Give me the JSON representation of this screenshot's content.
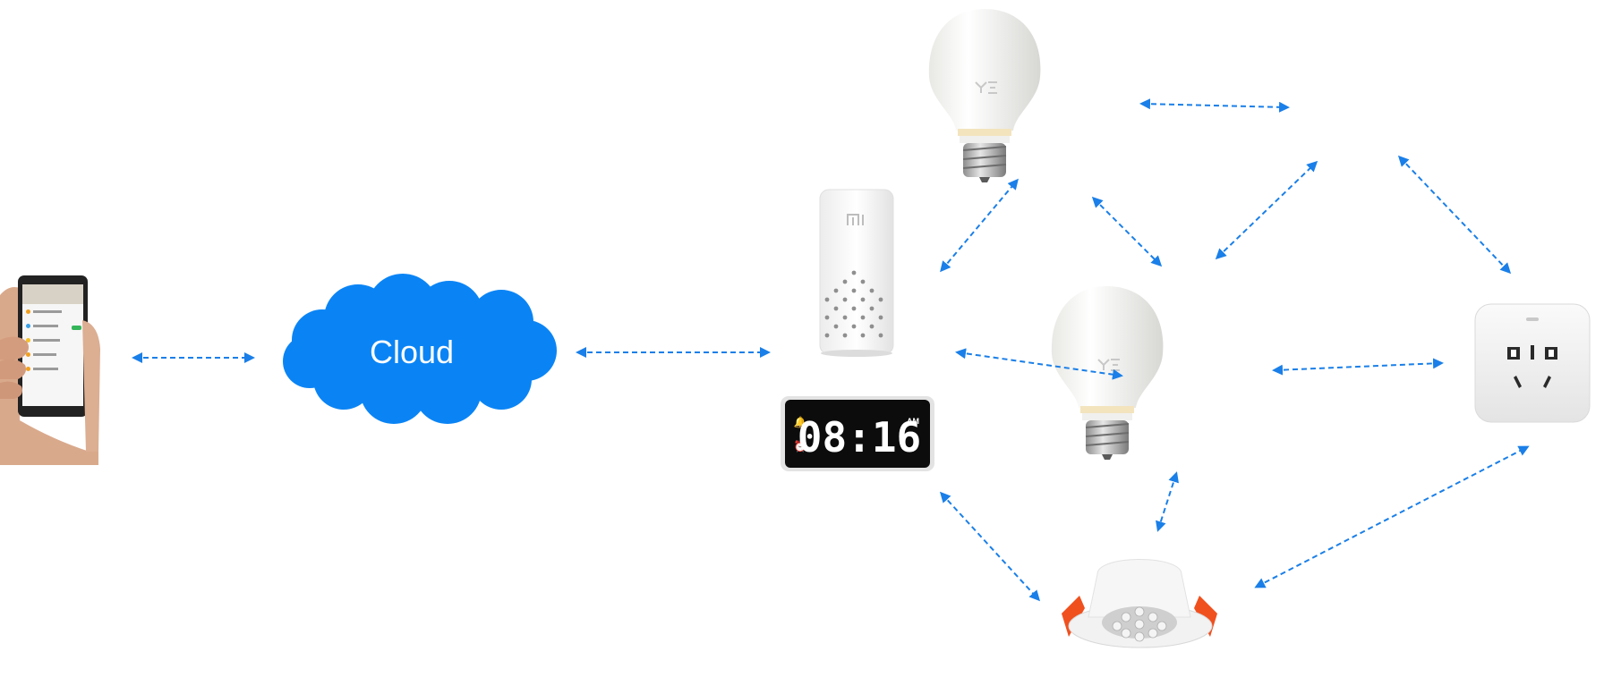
{
  "cloud": {
    "label": "Cloud"
  },
  "clock": {
    "time": "08:16",
    "meridiem": "AM"
  },
  "speaker": {
    "logo": "mi"
  },
  "bulb_logo": "yeelight",
  "colors": {
    "arrow": "#1a7fe8",
    "cloud": "#0a84f5",
    "outlet_orange": "#f0501e",
    "clock_face": "#0c0c0c"
  },
  "nodes": [
    "phone",
    "cloud",
    "speaker",
    "clock",
    "bulb-top",
    "bulb-mid",
    "smart-plug",
    "downlight"
  ]
}
